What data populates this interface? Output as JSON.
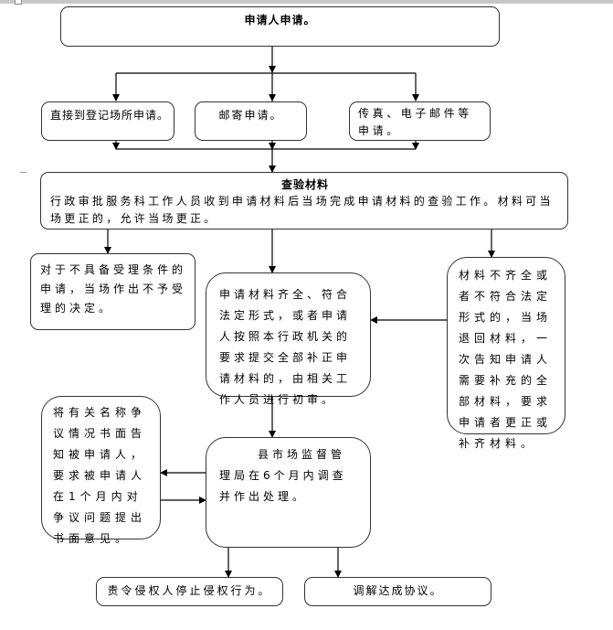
{
  "flowchart": {
    "start": {
      "label": "申请人申请。"
    },
    "channels": [
      {
        "label": "直接到登记场所申请。"
      },
      {
        "label": "邮寄申请。"
      },
      {
        "label": "传真、电子邮件等申请。"
      }
    ],
    "check": {
      "title": "查验材料",
      "body": "行政审批服务科工作人员收到申请材料后当场完成申请材料的查验工作。材料可当场更正的，允许当场更正。"
    },
    "reject": {
      "label": "对于不具备受理条件的申请，当场作出不予受理的决定。"
    },
    "initial_review": {
      "label": "申请材料齐全、符合法定形式，或者申请人按照本行政机关的要求提交全部补正申请材料的，由相关工作人员进行初审。"
    },
    "return_materials": {
      "label": "材料不齐全或者不符合法定形式的，当场退回材料，一次告知申请人需要补充的全部材料，要求申请者更正或补齐材料。"
    },
    "notify_party": {
      "label": "将有关名称争议情况书面告知被申请人，要求被申请人在1个月内对争议问题提出书面意见。"
    },
    "investigate": {
      "label": "县市场监督管理局在6个月内调查并作出处理。"
    },
    "outcome_stop": {
      "label": "责令侵权人停止侵权行为。"
    },
    "outcome_mediate": {
      "label": "调解达成协议。"
    }
  }
}
